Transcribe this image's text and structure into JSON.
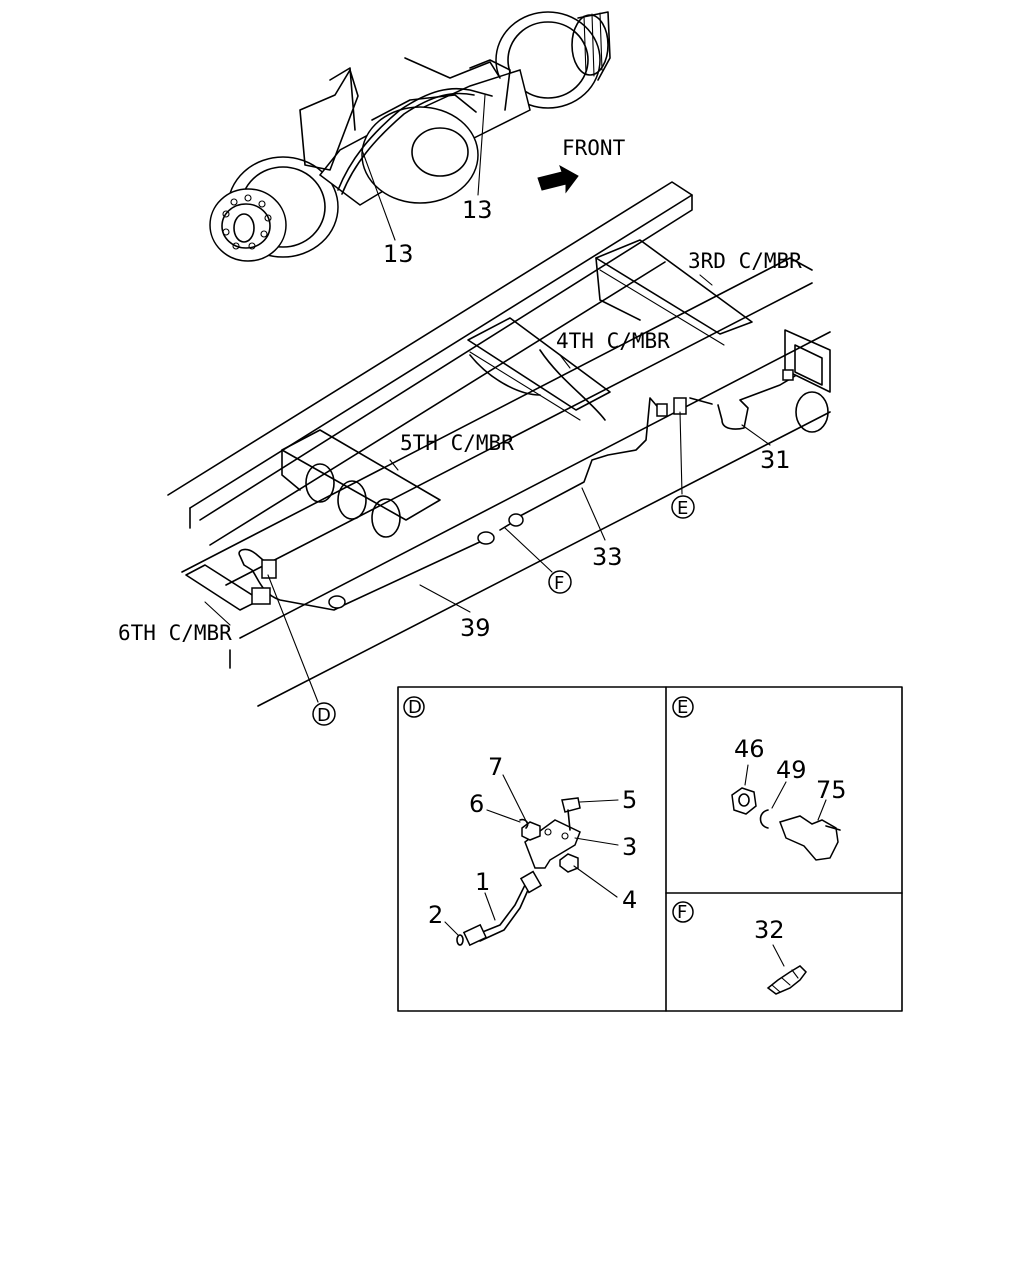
{
  "direction": {
    "label": "FRONT"
  },
  "members": {
    "third": "3RD C/MBR",
    "fourth": "4TH C/MBR",
    "fifth": "5TH C/MBR",
    "sixth": "6TH C/MBR"
  },
  "callouts": {
    "hose_left": "13",
    "hose_right": "13",
    "pipe_31": "31",
    "pipe_33": "33",
    "pipe_39": "39"
  },
  "view_markers": {
    "d": "D",
    "e": "E",
    "f": "F"
  },
  "detail_d": {
    "title": "D",
    "parts": {
      "p1": "1",
      "p2": "2",
      "p3": "3",
      "p4": "4",
      "p5": "5",
      "p6": "6",
      "p7": "7"
    }
  },
  "detail_e": {
    "title": "E",
    "parts": {
      "p46": "46",
      "p49": "49",
      "p75": "75"
    }
  },
  "detail_f": {
    "title": "F",
    "parts": {
      "p32": "32"
    }
  }
}
